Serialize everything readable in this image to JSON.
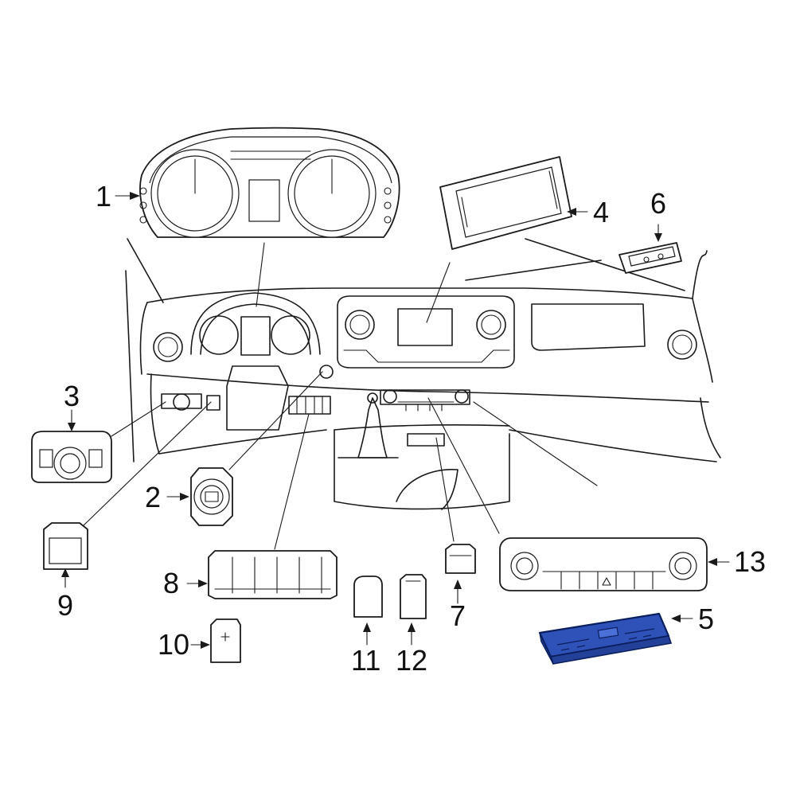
{
  "diagram": {
    "callouts": [
      {
        "id": "callout-1",
        "label": "1"
      },
      {
        "id": "callout-2",
        "label": "2"
      },
      {
        "id": "callout-3",
        "label": "3"
      },
      {
        "id": "callout-4",
        "label": "4"
      },
      {
        "id": "callout-5",
        "label": "5"
      },
      {
        "id": "callout-6",
        "label": "6"
      },
      {
        "id": "callout-7",
        "label": "7"
      },
      {
        "id": "callout-8",
        "label": "8"
      },
      {
        "id": "callout-9",
        "label": "9"
      },
      {
        "id": "callout-10",
        "label": "10"
      },
      {
        "id": "callout-11",
        "label": "11"
      },
      {
        "id": "callout-12",
        "label": "12"
      },
      {
        "id": "callout-13",
        "label": "13"
      }
    ],
    "highlight_part": "5",
    "colors": {
      "line": "#1a1a1a",
      "highlight_fill": "#2f52b8",
      "highlight_stroke": "#0b1f5e",
      "background": "#ffffff"
    }
  }
}
